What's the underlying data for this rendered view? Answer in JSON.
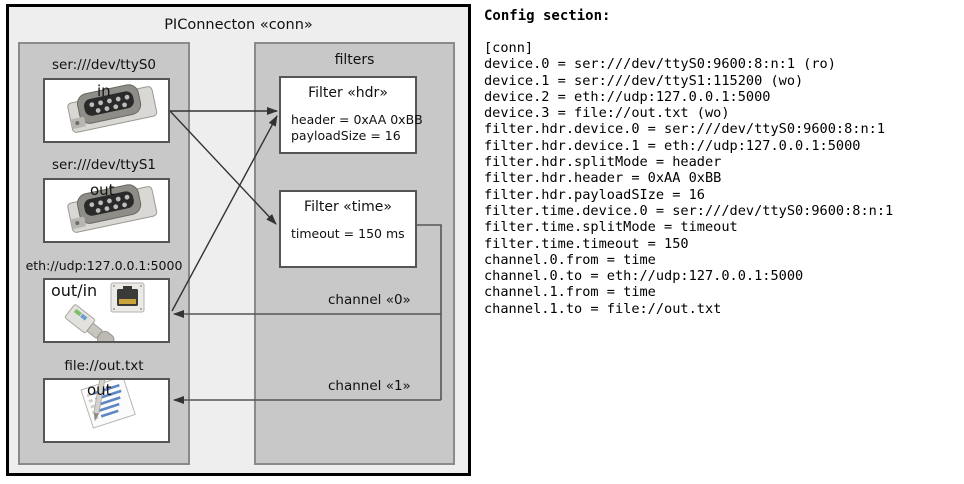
{
  "diagram": {
    "outer_title": "PIConnecton «conn»",
    "devices_panel": {
      "title": "",
      "devices": [
        {
          "label": "ser:///dev/ttyS0",
          "io": "in",
          "icon": "serial-db9-icon"
        },
        {
          "label": "ser:///dev/ttyS1",
          "io": "out",
          "icon": "serial-db9-icon"
        },
        {
          "label": "eth://udp:127.0.0.1:5000",
          "io": "out/in",
          "icon": "ethernet-rj45-icon"
        },
        {
          "label": "file://out.txt",
          "io": "out",
          "icon": "text-file-icon"
        }
      ]
    },
    "filters_panel": {
      "title": "filters",
      "filters": [
        {
          "title": "Filter «hdr»",
          "props": [
            "header = 0xAA 0xBB",
            "payloadSize = 16"
          ]
        },
        {
          "title": "Filter «time»",
          "props": [
            "timeout = 150 ms"
          ]
        }
      ],
      "channels": [
        {
          "label": "channel «0»"
        },
        {
          "label": "channel «1»"
        }
      ]
    }
  },
  "config": {
    "heading": "Config section:",
    "lines": "[conn]\ndevice.0 = ser:///dev/ttyS0:9600:8:n:1 (ro)\ndevice.1 = ser:///dev/ttyS1:115200 (wo)\ndevice.2 = eth://udp:127.0.0.1:5000\ndevice.3 = file://out.txt (wo)\nfilter.hdr.device.0 = ser:///dev/ttyS0:9600:8:n:1\nfilter.hdr.device.1 = eth://udp:127.0.0.1:5000\nfilter.hdr.splitMode = header\nfilter.hdr.header = 0xAA 0xBB\nfilter.hdr.payloadSIze = 16\nfilter.time.device.0 = ser:///dev/ttyS0:9600:8:n:1\nfilter.time.splitMode = timeout\nfilter.time.timeout = 150\nchannel.0.from = time\nchannel.0.to = eth://udp:127.0.0.1:5000\nchannel.1.from = time\nchannel.1.to = file://out.txt"
  },
  "colors": {
    "outer_fill": "#eeeeee",
    "panel_fill": "#c8c8c8",
    "box_fill": "#ffffff",
    "line": "#333333"
  }
}
